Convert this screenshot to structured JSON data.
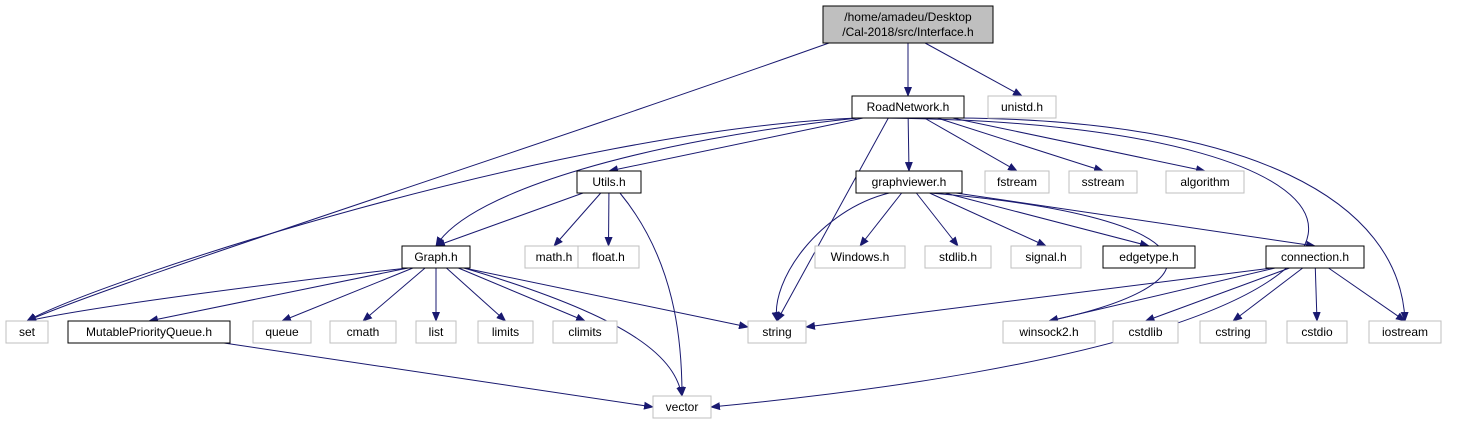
{
  "colors": {
    "edge": "#191970",
    "root_fill": "#bfbfbf",
    "root_border": "#000000",
    "local_border": "#000000",
    "external_border": "#bfbfbf"
  },
  "nodes": [
    {
      "id": "interface",
      "kind": "root",
      "lines": [
        "/home/amadeu/Desktop",
        "/Cal-2018/src/Interface.h"
      ]
    },
    {
      "id": "roadnetwork",
      "kind": "local",
      "lines": [
        "RoadNetwork.h"
      ]
    },
    {
      "id": "unistd",
      "kind": "external",
      "lines": [
        "unistd.h"
      ]
    },
    {
      "id": "utils",
      "kind": "local",
      "lines": [
        "Utils.h"
      ]
    },
    {
      "id": "graphviewer",
      "kind": "local",
      "lines": [
        "graphviewer.h"
      ]
    },
    {
      "id": "fstream",
      "kind": "external",
      "lines": [
        "fstream"
      ]
    },
    {
      "id": "sstream",
      "kind": "external",
      "lines": [
        "sstream"
      ]
    },
    {
      "id": "algorithm",
      "kind": "external",
      "lines": [
        "algorithm"
      ]
    },
    {
      "id": "graph",
      "kind": "local",
      "lines": [
        "Graph.h"
      ]
    },
    {
      "id": "math",
      "kind": "external",
      "lines": [
        "math.h"
      ]
    },
    {
      "id": "float",
      "kind": "external",
      "lines": [
        "float.h"
      ]
    },
    {
      "id": "windows",
      "kind": "external",
      "lines": [
        "Windows.h"
      ]
    },
    {
      "id": "stdlib",
      "kind": "external",
      "lines": [
        "stdlib.h"
      ]
    },
    {
      "id": "signal",
      "kind": "external",
      "lines": [
        "signal.h"
      ]
    },
    {
      "id": "edgetype",
      "kind": "local",
      "lines": [
        "edgetype.h"
      ]
    },
    {
      "id": "connection",
      "kind": "local",
      "lines": [
        "connection.h"
      ]
    },
    {
      "id": "set",
      "kind": "external",
      "lines": [
        "set"
      ]
    },
    {
      "id": "mpq",
      "kind": "local",
      "lines": [
        "MutablePriorityQueue.h"
      ]
    },
    {
      "id": "queue",
      "kind": "external",
      "lines": [
        "queue"
      ]
    },
    {
      "id": "cmath",
      "kind": "external",
      "lines": [
        "cmath"
      ]
    },
    {
      "id": "list",
      "kind": "external",
      "lines": [
        "list"
      ]
    },
    {
      "id": "limits",
      "kind": "external",
      "lines": [
        "limits"
      ]
    },
    {
      "id": "climits",
      "kind": "external",
      "lines": [
        "climits"
      ]
    },
    {
      "id": "string",
      "kind": "external",
      "lines": [
        "string"
      ]
    },
    {
      "id": "winsock2",
      "kind": "external",
      "lines": [
        "winsock2.h"
      ]
    },
    {
      "id": "cstdlib",
      "kind": "external",
      "lines": [
        "cstdlib"
      ]
    },
    {
      "id": "cstring",
      "kind": "external",
      "lines": [
        "cstring"
      ]
    },
    {
      "id": "cstdio",
      "kind": "external",
      "lines": [
        "cstdio"
      ]
    },
    {
      "id": "iostream",
      "kind": "external",
      "lines": [
        "iostream"
      ]
    },
    {
      "id": "vector",
      "kind": "external",
      "lines": [
        "vector"
      ]
    }
  ],
  "edges": [
    {
      "from": "interface",
      "to": "roadnetwork"
    },
    {
      "from": "interface",
      "to": "unistd"
    },
    {
      "from": "interface",
      "to": "set"
    },
    {
      "from": "roadnetwork",
      "to": "utils"
    },
    {
      "from": "roadnetwork",
      "to": "graphviewer"
    },
    {
      "from": "roadnetwork",
      "to": "fstream"
    },
    {
      "from": "roadnetwork",
      "to": "sstream"
    },
    {
      "from": "roadnetwork",
      "to": "algorithm"
    },
    {
      "from": "roadnetwork",
      "to": "graph"
    },
    {
      "from": "roadnetwork",
      "to": "set"
    },
    {
      "from": "roadnetwork",
      "to": "string"
    },
    {
      "from": "roadnetwork",
      "to": "iostream"
    },
    {
      "from": "roadnetwork",
      "to": "vector"
    },
    {
      "from": "utils",
      "to": "graph"
    },
    {
      "from": "utils",
      "to": "math"
    },
    {
      "from": "utils",
      "to": "float"
    },
    {
      "from": "utils",
      "to": "vector"
    },
    {
      "from": "graphviewer",
      "to": "string"
    },
    {
      "from": "graphviewer",
      "to": "windows"
    },
    {
      "from": "graphviewer",
      "to": "stdlib"
    },
    {
      "from": "graphviewer",
      "to": "signal"
    },
    {
      "from": "graphviewer",
      "to": "edgetype"
    },
    {
      "from": "graphviewer",
      "to": "connection"
    },
    {
      "from": "graphviewer",
      "to": "winsock2"
    },
    {
      "from": "graph",
      "to": "set"
    },
    {
      "from": "graph",
      "to": "mpq"
    },
    {
      "from": "graph",
      "to": "queue"
    },
    {
      "from": "graph",
      "to": "cmath"
    },
    {
      "from": "graph",
      "to": "list"
    },
    {
      "from": "graph",
      "to": "limits"
    },
    {
      "from": "graph",
      "to": "climits"
    },
    {
      "from": "graph",
      "to": "string"
    },
    {
      "from": "graph",
      "to": "vector"
    },
    {
      "from": "connection",
      "to": "string"
    },
    {
      "from": "connection",
      "to": "winsock2"
    },
    {
      "from": "connection",
      "to": "cstdlib"
    },
    {
      "from": "connection",
      "to": "cstring"
    },
    {
      "from": "connection",
      "to": "cstdio"
    },
    {
      "from": "connection",
      "to": "iostream"
    },
    {
      "from": "mpq",
      "to": "vector"
    }
  ]
}
